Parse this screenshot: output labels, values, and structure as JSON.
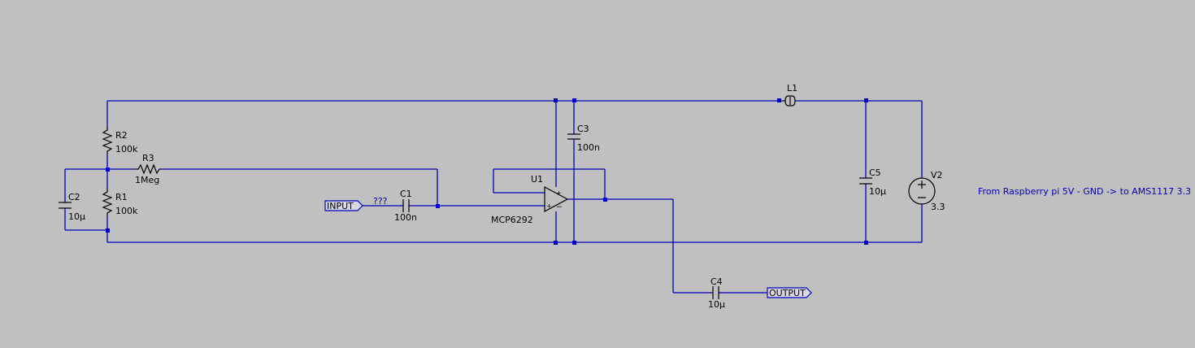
{
  "components": {
    "r1": {
      "ref": "R1",
      "value": "100k"
    },
    "r2": {
      "ref": "R2",
      "value": "100k"
    },
    "r3": {
      "ref": "R3",
      "value": "1Meg"
    },
    "c1": {
      "ref": "C1",
      "value": "100n"
    },
    "c2": {
      "ref": "C2",
      "value": "10µ"
    },
    "c3": {
      "ref": "C3",
      "value": "100n"
    },
    "c4": {
      "ref": "C4",
      "value": "10µ"
    },
    "c5": {
      "ref": "C5",
      "value": "10µ"
    },
    "l1": {
      "ref": "L1"
    },
    "u1": {
      "ref": "U1",
      "value": "MCP6292"
    },
    "v2": {
      "ref": "V2",
      "value": "3.3"
    }
  },
  "labels": {
    "input_port": "INPUT",
    "output_port": "OUTPUT",
    "input_net_note": "???",
    "supply_comment": "From Raspberry pi 5V - GND -> to AMS1117 3.3"
  },
  "colors": {
    "wire": "#0000b8",
    "background": "#c0c0c0",
    "component": "#000000"
  }
}
